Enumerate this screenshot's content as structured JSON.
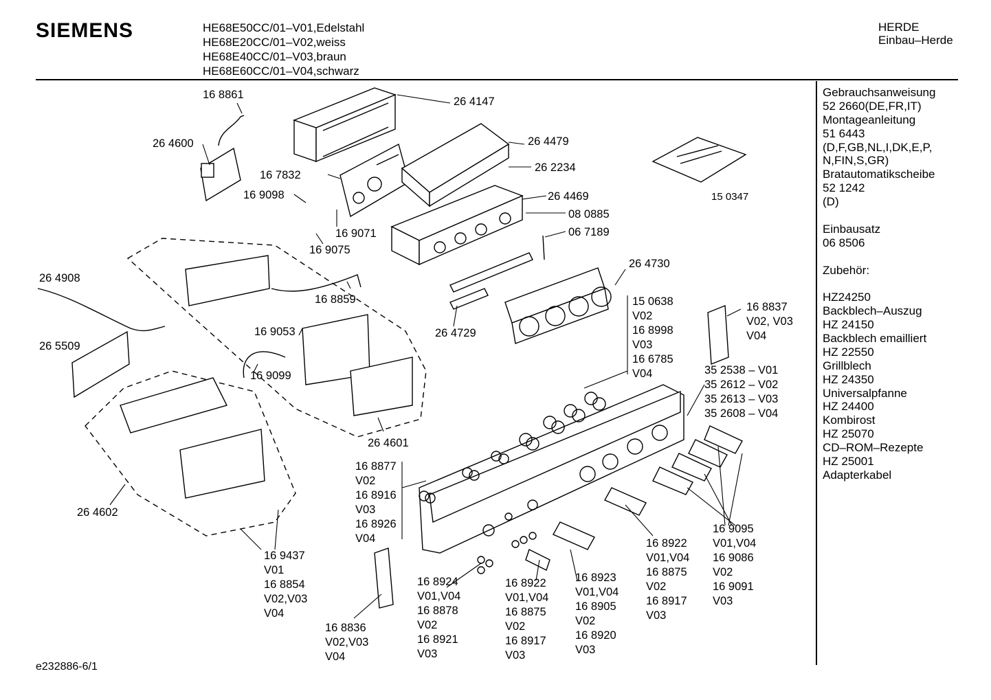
{
  "header": {
    "brand": "SIEMENS",
    "models": [
      "HE68E50CC/01–V01,Edelstahl",
      "HE68E20CC/01–V02,weiss",
      "HE68E40CC/01–V03,braun",
      "HE68E60CC/01–V04,schwarz"
    ],
    "category": [
      "HERDE",
      "Einbau–Herde"
    ]
  },
  "sidebar": [
    "Gebrauchsanweisung",
    "52 2660(DE,FR,IT)",
    "Montageanleitung",
    "51 6443",
    "(D,F,GB,NL,I,DK,E,P,",
    "N,FIN,S,GR)",
    "Bratautomatikscheibe",
    "52 1242",
    "(D)",
    "",
    "Einbausatz",
    "06 8506",
    "",
    "Zubehör:",
    "",
    "HZ24250",
    "Backblech–Auszug",
    "HZ 24150",
    "Backblech emailliert",
    "HZ 22550",
    "Grillblech",
    "HZ 24350",
    "Universalpfanne",
    "HZ 24400",
    "Kombirost",
    "HZ 25070",
    "CD–ROM–Rezepte",
    "HZ 25001",
    "Adapterkabel"
  ],
  "parts": {
    "p168861": "16 8861",
    "p264147": "26 4147",
    "p264600": "26 4600",
    "p264479": "26 4479",
    "p262234": "26 2234",
    "p167832": "16 7832",
    "p169098": "16 9098",
    "p264469": "26 4469",
    "p080885": "08 0885",
    "p067189": "06 7189",
    "p169071": "16 9071",
    "p169075": "16 9075",
    "p150347": "15 0347",
    "p264730": "26 4730",
    "p264908": "26 4908",
    "p168859": "16 8859",
    "p169053": "16 9053",
    "p264729": "26 4729",
    "p265509": "26 5509",
    "p169099": "16 9099",
    "p264601": "26 4601",
    "p264602": "26 4602"
  },
  "groups": {
    "g150638": [
      "15 0638",
      "V02",
      "16 8998",
      "V03",
      "16 6785",
      "V04"
    ],
    "g168837": [
      "16 8837",
      "V02, V03",
      "V04"
    ],
    "g352538": [
      "35 2538 – V01",
      "35 2612 – V02",
      "35 2613 – V03",
      "35 2608 – V04"
    ],
    "g168877": [
      "16 8877",
      "V02",
      "16 8916",
      "V03",
      "16 8926",
      "V04"
    ],
    "g169437": [
      "16 9437",
      "V01",
      "16 8854",
      "V02,V03",
      "V04"
    ],
    "g168836": [
      "16 8836",
      "V02,V03",
      "V04"
    ],
    "g168924": [
      "16 8924",
      "V01,V04",
      "16 8878",
      "V02",
      "16 8921",
      "V03"
    ],
    "g168922a": [
      "16 8922",
      "V01,V04",
      "16 8875",
      "V02",
      "16 8917",
      "V03"
    ],
    "g168923": [
      "16 8923",
      "V01,V04",
      "16 8905",
      "V02",
      "16 8920",
      "V03"
    ],
    "g168922b": [
      "16 8922",
      "V01,V04",
      "16 8875",
      "V02",
      "16 8917",
      "V03"
    ],
    "g169095": [
      "16 9095",
      "V01,V04",
      "16 9086",
      "V02",
      "16 9091",
      "V03"
    ]
  },
  "footer": "e232886-6/1"
}
